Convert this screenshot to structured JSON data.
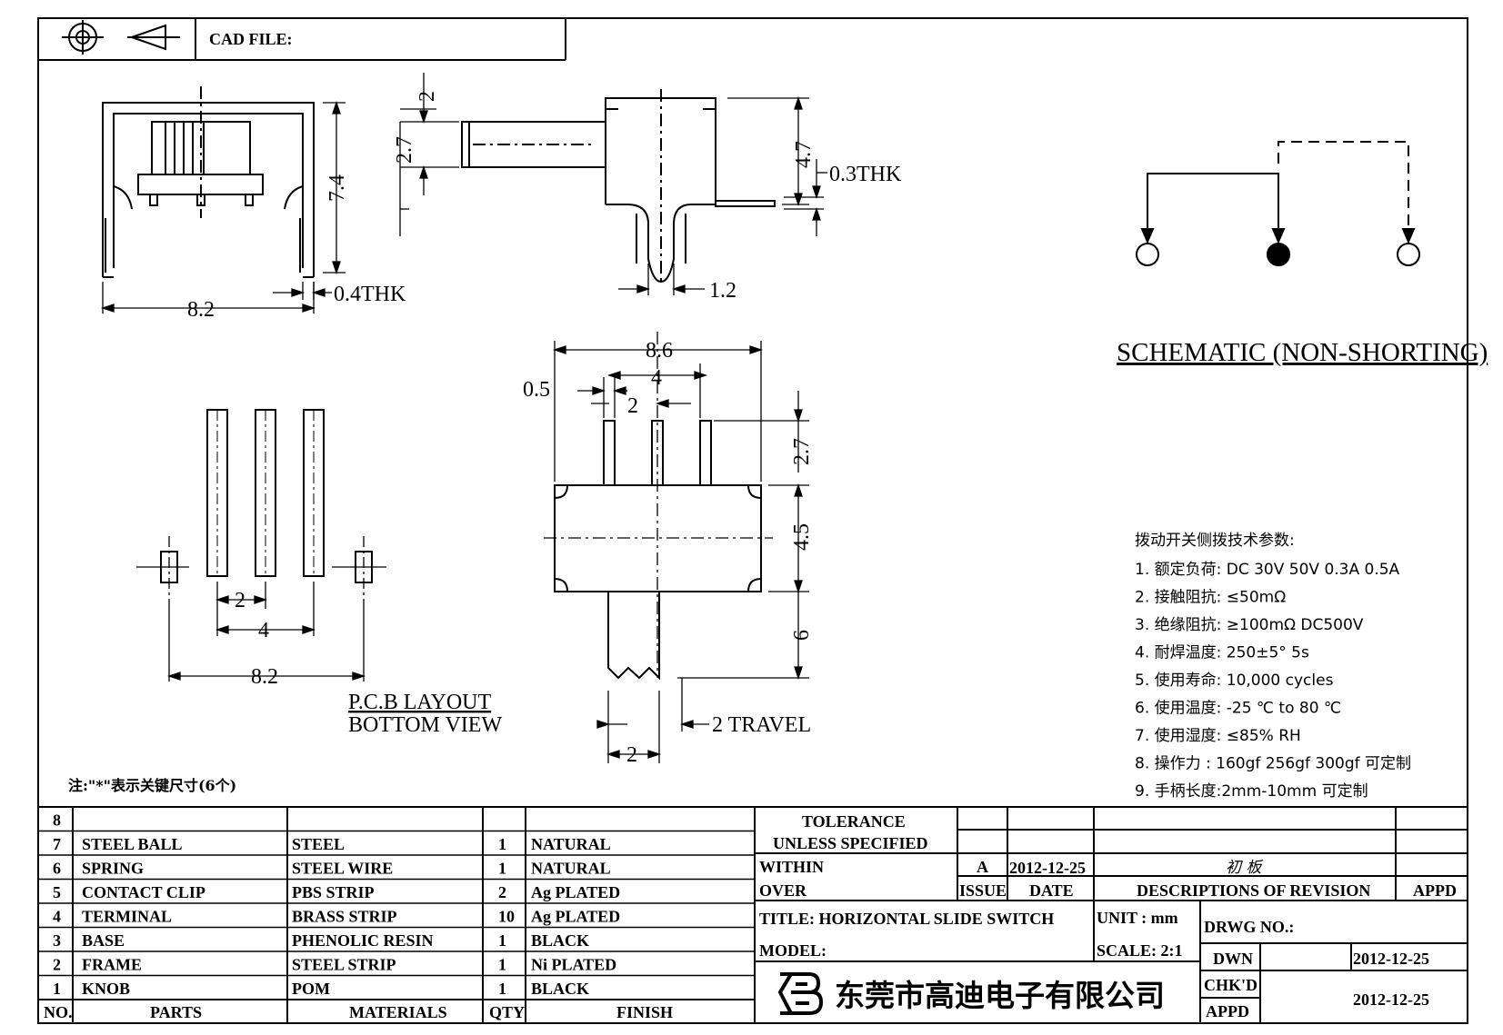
{
  "header": {
    "cad_file_label": "CAD FILE:",
    "icons": [
      "crosshair-icon",
      "projection-cone-icon"
    ]
  },
  "dimensions": {
    "front_width": "8.2",
    "front_height": "7.4",
    "pin_thickness": "0.4THK",
    "side_2": "2",
    "side_2_7": "2.7",
    "side_4_7": "4.7",
    "side_0_3": "0.3THK",
    "side_1_2": "1.2",
    "top_8_6": "8.6",
    "top_0_5": "0.5",
    "top_4": "4",
    "top_2": "2",
    "top_2_7": "2.7",
    "top_4_5": "4.5",
    "top_6": "6",
    "top_travel": "2 TRAVEL",
    "top_knob_2": "2",
    "pcb_2": "2",
    "pcb_4": "4",
    "pcb_8_2": "8.2"
  },
  "pcb": {
    "title_line1": "P.C.B LAYOUT",
    "title_line2": "BOTTOM VIEW"
  },
  "schematic": {
    "title": "SCHEMATIC (NON-SHORTING)"
  },
  "specs": {
    "title": "拨动开关侧拨技术参数:",
    "items": [
      "1.  额定负荷: DC 30V    50V    0.3A    0.5A",
      "2.  接触阻抗: ≤50mΩ",
      "3.  绝缘阻抗: ≥100mΩ   DC500V",
      "4.  耐焊温度: 250±5°  5s",
      "5.  使用寿命: 10,000 cycles",
      "6.  使用温度: -25 ℃  to 80 ℃",
      "7.  使用湿度: ≤85% RH",
      "8.  操作力 : 160gf    256gf    300gf  可定制",
      "9.  手柄长度:2mm-10mm  可定制"
    ]
  },
  "note": "注:\"*\"表示关键尺寸(6个)",
  "bom": {
    "rows": [
      {
        "no": "8",
        "part": "",
        "material": "",
        "qty": "",
        "finish": ""
      },
      {
        "no": "7",
        "part": "STEEL BALL",
        "material": "STEEL",
        "qty": "1",
        "finish": "NATURAL"
      },
      {
        "no": "6",
        "part": "SPRING",
        "material": "STEEL WIRE",
        "qty": "1",
        "finish": "NATURAL"
      },
      {
        "no": "5",
        "part": "CONTACT CLIP",
        "material": "PBS STRIP",
        "qty": "2",
        "finish": "Ag PLATED"
      },
      {
        "no": "4",
        "part": "TERMINAL",
        "material": "BRASS STRIP",
        "qty": "10",
        "finish": "Ag PLATED"
      },
      {
        "no": "3",
        "part": "BASE",
        "material": "PHENOLIC RESIN",
        "qty": "1",
        "finish": "BLACK"
      },
      {
        "no": "2",
        "part": "FRAME",
        "material": "STEEL STRIP",
        "qty": "1",
        "finish": "Ni PLATED"
      },
      {
        "no": "1",
        "part": "KNOB",
        "material": "POM",
        "qty": "1",
        "finish": "BLACK"
      }
    ],
    "headers": {
      "no": "NO.",
      "part": "PARTS",
      "material": "MATERIALS",
      "qty": "QTY",
      "finish": "FINISH"
    }
  },
  "title_block": {
    "tolerance": "TOLERANCE",
    "unless": "UNLESS   SPECIFIED",
    "within": "WITHIN",
    "over": "OVER",
    "issue_value": "A",
    "date_value": "2012-12-25",
    "revision_value": "初 板",
    "issue_label": "ISSUE",
    "date_label": "DATE",
    "desc_label": "DESCRIPTIONS  OF  REVISION",
    "appd_label": "APPD",
    "title": "TITLE:  HORIZONTAL  SLIDE  SWITCH",
    "unit": "UNIT : mm",
    "drwg_no": "DRWG  NO.:",
    "model": "MODEL:",
    "scale": "SCALE: 2:1",
    "dwn": "DWN",
    "dwn_date": "2012-12-25",
    "chkd": "CHK'D",
    "appd": "APPD",
    "chk_date": "2012-12-25",
    "company": "东莞市高迪电子有限公司"
  }
}
